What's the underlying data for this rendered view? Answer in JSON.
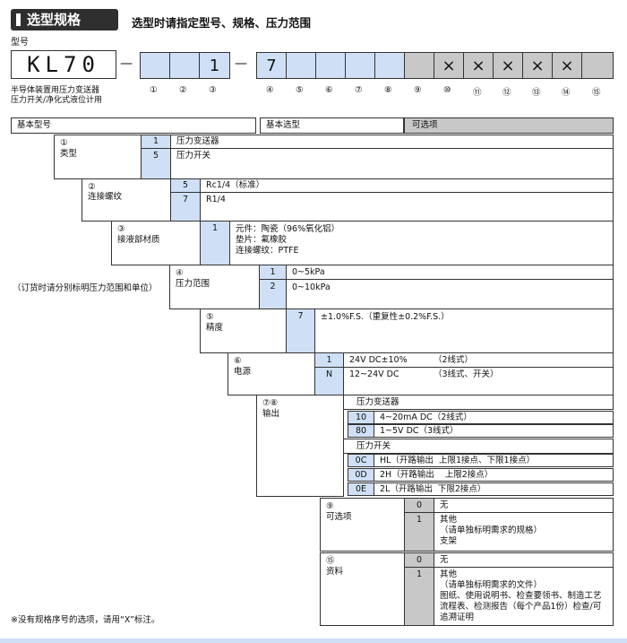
{
  "header": {
    "badge": "选型规格",
    "subtitle": "选型时请指定型号、规格、压力范围"
  },
  "model": {
    "label": "型号",
    "code": "KL70",
    "desc_line1": "半导体装置用压力变送器",
    "desc_line2": "压力开关/净化式液位计用",
    "dash": "—"
  },
  "slots": [
    "",
    "",
    "1",
    "7",
    "",
    "",
    "",
    "",
    "",
    "×",
    "×",
    "×",
    "×",
    "×",
    ""
  ],
  "slot_numbers": [
    "①",
    "②",
    "③",
    "④",
    "⑤",
    "⑥",
    "⑦",
    "⑧",
    "⑨",
    "⑩",
    "⑪",
    "⑫",
    "⑬",
    "⑭",
    "⑮"
  ],
  "table_headers": {
    "basic_model": "基本型号",
    "basic_selection": "基本选型",
    "optional": "可选项"
  },
  "groups": {
    "type": {
      "num": "①",
      "name": "类型",
      "options": [
        {
          "code": "1",
          "desc": "压力变送器"
        },
        {
          "code": "5",
          "desc": "压力开关"
        }
      ]
    },
    "thread": {
      "num": "②",
      "name": "连接螺纹",
      "options": [
        {
          "code": "5",
          "desc": "Rc1/4（标准）"
        },
        {
          "code": "7",
          "desc": "R1/4"
        }
      ]
    },
    "material": {
      "num": "③",
      "name": "接液部材质",
      "code": "1",
      "desc1": "元件：陶瓷（96%氧化铝）",
      "desc2": "垫片：氟橡胶",
      "desc3": "连接螺纹：PTFE"
    },
    "range": {
      "num": "④",
      "name": "压力范围",
      "note": "（订货时请分别标明压力范围和单位）",
      "options": [
        {
          "code": "1",
          "desc": "0~5kPa"
        },
        {
          "code": "2",
          "desc": "0~10kPa"
        }
      ]
    },
    "accuracy": {
      "num": "⑤",
      "name": "精度",
      "code": "7",
      "desc": "±1.0%F.S.（重复性±0.2%F.S.）"
    },
    "power": {
      "num": "⑥",
      "name": "电源",
      "options": [
        {
          "code": "1",
          "desc": "24V DC±10%",
          "extra": "（2线式）"
        },
        {
          "code": "N",
          "desc": "12~24V DC",
          "extra": "（3线式、开关）"
        }
      ]
    },
    "output": {
      "num": "⑦⑧",
      "name": "输出",
      "sub1": "压力变送器",
      "options1": [
        {
          "code": "10",
          "desc": "4~20mA DC（2线式）"
        },
        {
          "code": "80",
          "desc": "1~5V DC（3线式）"
        }
      ],
      "sub2": "压力开关",
      "options2": [
        {
          "code": "0C",
          "desc": "HL（开路输出  上限1接点、下限1接点）"
        },
        {
          "code": "0D",
          "desc": "2H（开路输出    上限2接点）"
        },
        {
          "code": "0E",
          "desc": "2L（开路输出  下限2接点）"
        }
      ]
    },
    "option9": {
      "num": "⑨",
      "name": "可选项",
      "opt0_code": "0",
      "opt0_desc": "无",
      "opt1_code": "1",
      "opt1_desc1": "其他",
      "opt1_desc2": "（请单独标明需求的规格）",
      "opt1_desc3": "支架"
    },
    "option15": {
      "num": "⑮",
      "name": "资料",
      "opt0_code": "0",
      "opt0_desc": "无",
      "opt1_code": "1",
      "opt1_desc1": "其他",
      "opt1_desc2": "（请单独标明需求的文件）",
      "opt1_desc3": "图纸、使用说明书、检查要领书、制造工艺",
      "opt1_desc4": "流程表、检测报告（每个产品1份）检查/可",
      "opt1_desc5": "追溯证明"
    }
  },
  "footnote": "※没有规格序号的选项，请用“X”标注。",
  "colors": {
    "blue_cell": "#cfe0f6",
    "gray_cell": "#c8c8c8",
    "badge": "#2f2f2f"
  }
}
